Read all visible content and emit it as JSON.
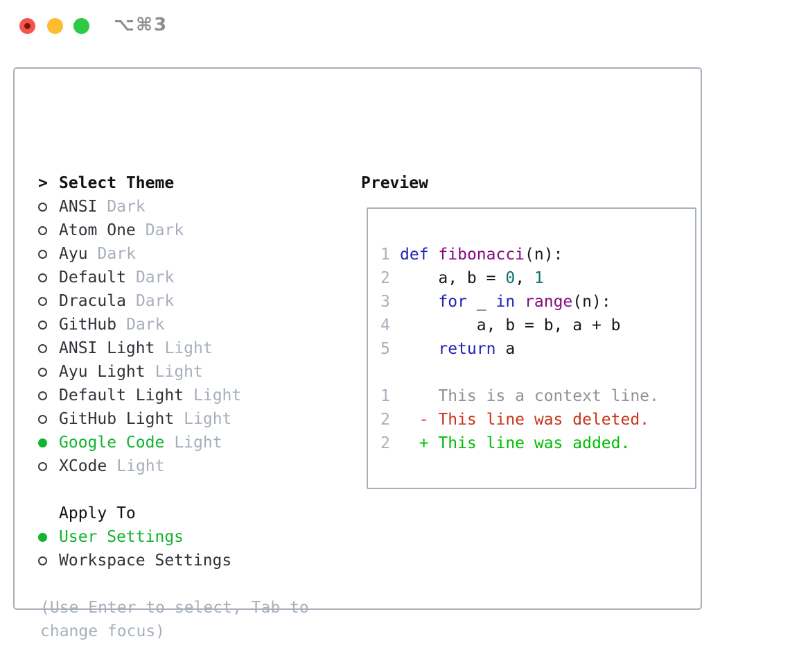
{
  "window": {
    "title": "⌥⌘3"
  },
  "colors": {
    "header-text": "#101215",
    "list-text": "#2f3339",
    "muted": "#a7afbb",
    "hint": "#a7afbb",
    "selected-green": "#13b42f",
    "radio-outline": "#383d44",
    "border": "#a9b0ba",
    "line-number": "#a7b0bd",
    "code-plain": "#16191d",
    "code-keyword": "#2323b5",
    "code-title": "#830c83",
    "code-number": "#0a7272",
    "diff-context": "#8e9196",
    "diff-deleted": "#c93419",
    "diff-added": "#00bd00",
    "titlebar-text": "#8e8e8e",
    "traffic-red": "#f4564d",
    "traffic-red-dot": "#7c150c",
    "traffic-yellow": "#fcbd2f",
    "traffic-green": "#2cc944"
  },
  "theme_panel": {
    "header_marker": ">",
    "header": "Select Theme",
    "themes": [
      {
        "name": "ANSI",
        "variant": "Dark",
        "selected": false
      },
      {
        "name": "Atom One",
        "variant": "Dark",
        "selected": false
      },
      {
        "name": "Ayu",
        "variant": "Dark",
        "selected": false
      },
      {
        "name": "Default",
        "variant": "Dark",
        "selected": false
      },
      {
        "name": "Dracula",
        "variant": "Dark",
        "selected": false
      },
      {
        "name": "GitHub",
        "variant": "Dark",
        "selected": false
      },
      {
        "name": "ANSI Light",
        "variant": "Light",
        "selected": false
      },
      {
        "name": "Ayu Light",
        "variant": "Light",
        "selected": false
      },
      {
        "name": "Default Light",
        "variant": "Light",
        "selected": false
      },
      {
        "name": "GitHub Light",
        "variant": "Light",
        "selected": false
      },
      {
        "name": "Google Code",
        "variant": "Light",
        "selected": true
      },
      {
        "name": "XCode",
        "variant": "Light",
        "selected": false
      }
    ],
    "apply_to": {
      "header": "Apply To",
      "options": [
        {
          "label": "User Settings",
          "selected": true
        },
        {
          "label": "Workspace Settings",
          "selected": false
        }
      ]
    },
    "hint": "(Use Enter to select, Tab to change focus)"
  },
  "preview_panel": {
    "header": "Preview",
    "code_lines": [
      {
        "num": "1",
        "tokens": [
          {
            "t": "def",
            "c": "keyword"
          },
          {
            "t": " ",
            "c": "plain"
          },
          {
            "t": "fibonacci",
            "c": "title"
          },
          {
            "t": "(n):",
            "c": "plain"
          }
        ]
      },
      {
        "num": "2",
        "tokens": [
          {
            "t": "    a, b = ",
            "c": "plain"
          },
          {
            "t": "0",
            "c": "number"
          },
          {
            "t": ", ",
            "c": "plain"
          },
          {
            "t": "1",
            "c": "number"
          }
        ]
      },
      {
        "num": "3",
        "tokens": [
          {
            "t": "    ",
            "c": "plain"
          },
          {
            "t": "for",
            "c": "keyword"
          },
          {
            "t": " _ ",
            "c": "plain"
          },
          {
            "t": "in",
            "c": "keyword"
          },
          {
            "t": " ",
            "c": "plain"
          },
          {
            "t": "range",
            "c": "title"
          },
          {
            "t": "(n):",
            "c": "plain"
          }
        ]
      },
      {
        "num": "4",
        "tokens": [
          {
            "t": "        a, b = b, a + b",
            "c": "plain"
          }
        ]
      },
      {
        "num": "5",
        "tokens": [
          {
            "t": "    ",
            "c": "plain"
          },
          {
            "t": "return",
            "c": "keyword"
          },
          {
            "t": " a",
            "c": "plain"
          }
        ]
      }
    ],
    "diff_lines": [
      {
        "num": "1",
        "text": "    This is a context line.",
        "kind": "context"
      },
      {
        "num": "2",
        "text": "  - This line was deleted.",
        "kind": "deleted"
      },
      {
        "num": "2",
        "text": "  + This line was added.",
        "kind": "added"
      }
    ]
  }
}
